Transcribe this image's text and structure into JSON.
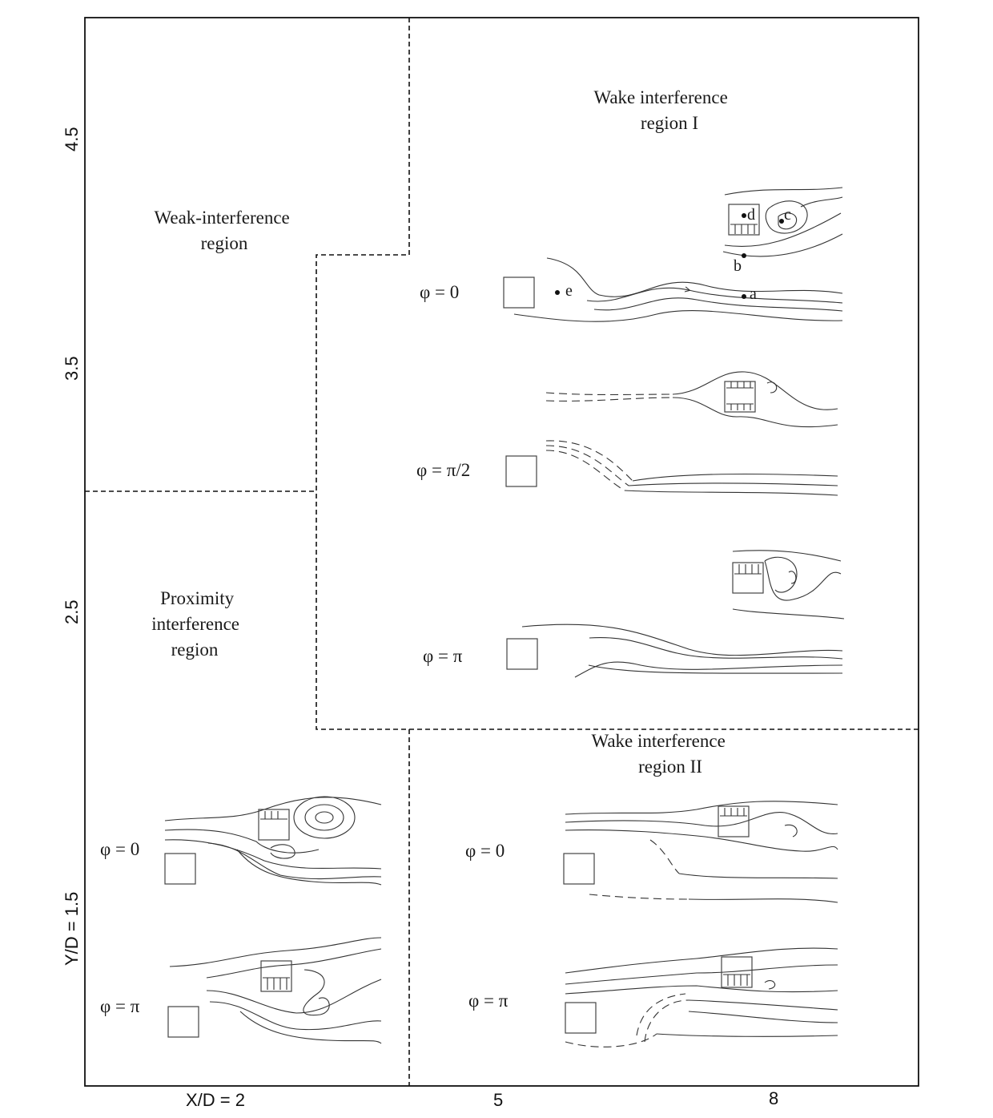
{
  "regions": {
    "weak": [
      "Weak-interference",
      "region"
    ],
    "wake1": [
      "Wake interference",
      "region I"
    ],
    "proximity": [
      "Proximity",
      "interference",
      "region"
    ],
    "wake2": [
      "Wake interference",
      "region II"
    ]
  },
  "axes": {
    "x_label": "X/D = 2",
    "x_ticks": [
      "5",
      "8"
    ],
    "y_label": "Y/D = 1.5",
    "y_ticks": [
      "2.5",
      "3.5",
      "4.5"
    ]
  },
  "phase_labels": {
    "w1_top": "φ = 0",
    "w1_mid": "φ = π/2",
    "w1_bot": "φ = π",
    "p_top": "φ = 0",
    "p_bot": "φ = π",
    "w2_top": "φ = 0",
    "w2_bot": "φ = π"
  },
  "points": [
    "a",
    "b",
    "c",
    "d",
    "e"
  ]
}
